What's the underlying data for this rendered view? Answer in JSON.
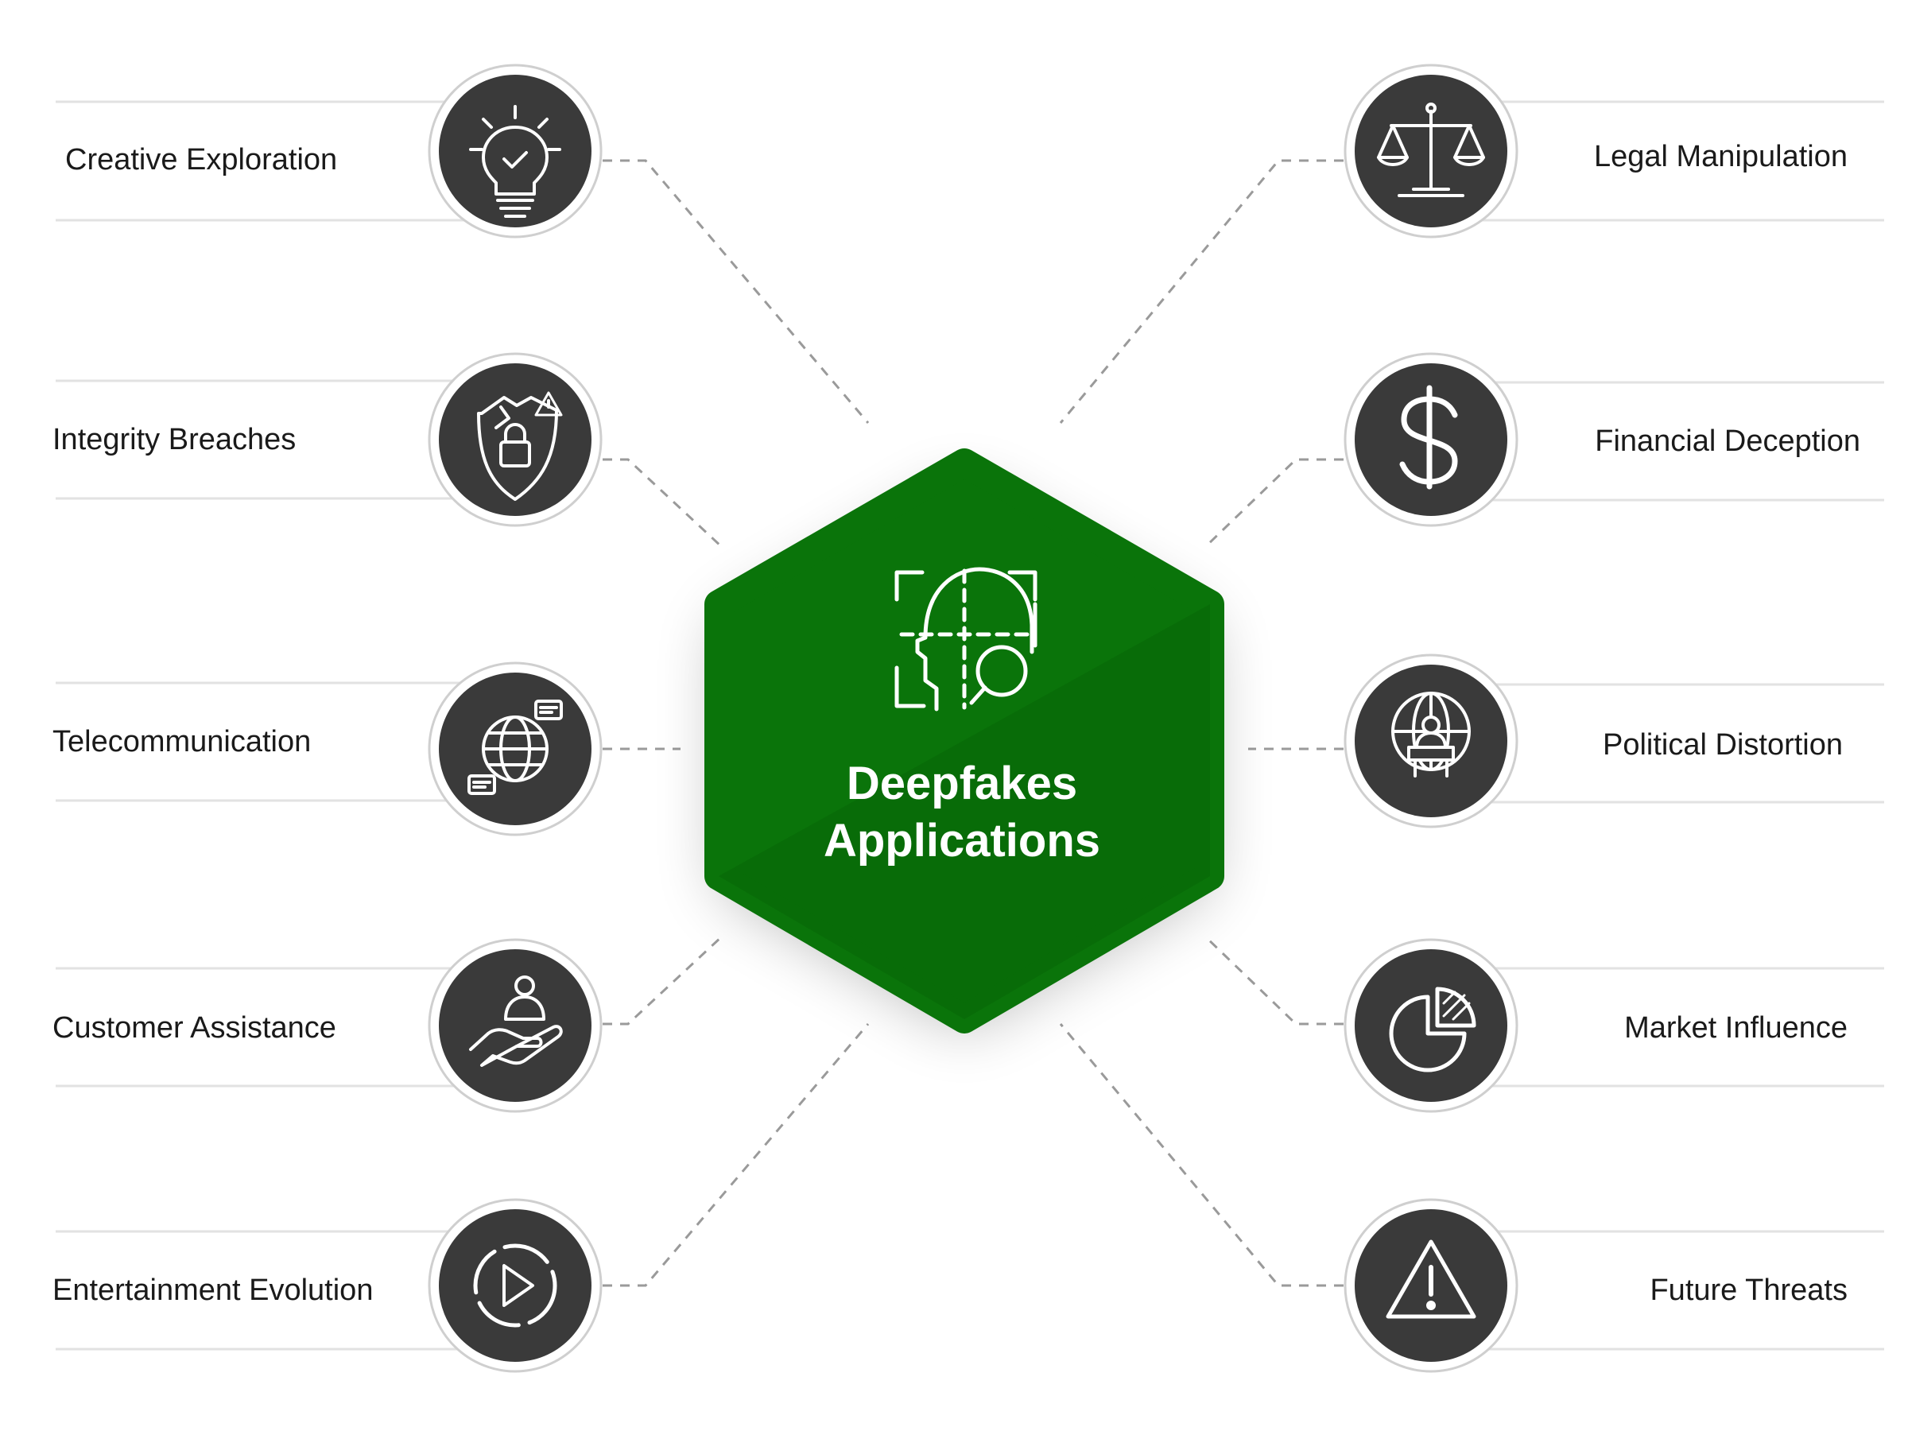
{
  "center": {
    "title_line1": "Deepfakes",
    "title_line2": "Applications",
    "icon": "face-scan-icon",
    "color": "#0a740a"
  },
  "nodes": [
    {
      "id": "creative-exploration",
      "label": "Creative Exploration",
      "icon": "lightbulb-icon",
      "side": "left"
    },
    {
      "id": "integrity-breaches",
      "label": "Integrity Breaches",
      "icon": "broken-shield-lock-icon",
      "side": "left"
    },
    {
      "id": "telecommunication",
      "label": "Telecommunication",
      "icon": "globe-chat-icon",
      "side": "left"
    },
    {
      "id": "customer-assistance",
      "label": "Customer Assistance",
      "icon": "hand-user-icon",
      "side": "left"
    },
    {
      "id": "entertainment-evolution",
      "label": "Entertainment Evolution",
      "icon": "play-circle-icon",
      "side": "left"
    },
    {
      "id": "legal-manipulation",
      "label": "Legal Manipulation",
      "icon": "scales-icon",
      "side": "right"
    },
    {
      "id": "financial-deception",
      "label": "Financial Deception",
      "icon": "dollar-icon",
      "side": "right"
    },
    {
      "id": "political-distortion",
      "label": "Political Distortion",
      "icon": "globe-podium-icon",
      "side": "right"
    },
    {
      "id": "market-influence",
      "label": "Market Influence",
      "icon": "pie-chart-icon",
      "side": "right"
    },
    {
      "id": "future-threats",
      "label": "Future Threats",
      "icon": "warning-icon",
      "side": "right"
    }
  ],
  "colors": {
    "circle_fill": "#3a3a3a",
    "circle_ring": "#cfcfcf",
    "connector": "#9a9a9a",
    "band_line": "#e2e2e2"
  }
}
